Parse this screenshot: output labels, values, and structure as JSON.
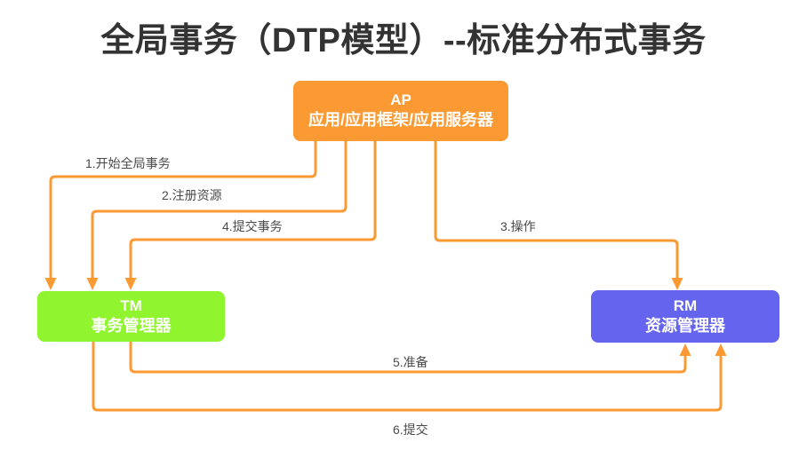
{
  "title": "全局事务（DTP模型）--标准分布式事务",
  "colors": {
    "accent_orange": "#FB9A33",
    "node_green": "#90F42F",
    "node_purple": "#6464EF",
    "node_text": "#FFFFFF",
    "title_text": "#333333",
    "label_text": "#4A4A4A",
    "background": "#FFFFFF"
  },
  "nodes": {
    "ap": {
      "abbr": "AP",
      "label": "应用/应用框架/应用服务器"
    },
    "tm": {
      "abbr": "TM",
      "label": "事务管理器"
    },
    "rm": {
      "abbr": "RM",
      "label": "资源管理器"
    }
  },
  "edges": [
    {
      "id": 1,
      "label": "1.开始全局事务",
      "from": "AP",
      "to": "TM"
    },
    {
      "id": 2,
      "label": "2.注册资源",
      "from": "AP",
      "to": "TM"
    },
    {
      "id": 3,
      "label": "3.操作",
      "from": "AP",
      "to": "RM"
    },
    {
      "id": 4,
      "label": "4.提交事务",
      "from": "AP",
      "to": "TM"
    },
    {
      "id": 5,
      "label": "5.准备",
      "from": "TM",
      "to": "RM"
    },
    {
      "id": 6,
      "label": "6.提交",
      "from": "TM",
      "to": "RM"
    }
  ]
}
